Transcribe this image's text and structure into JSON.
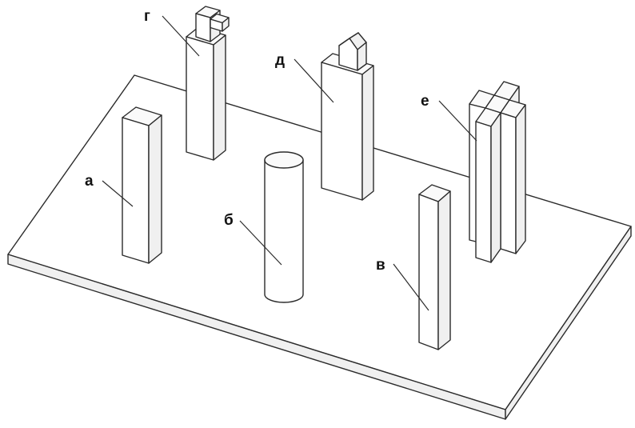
{
  "figure": {
    "labels": {
      "a": "а",
      "b": "б",
      "v": "в",
      "g": "г",
      "d": "д",
      "e": "е"
    }
  },
  "colors": {
    "line": "#2b2b2b",
    "fill_front": "#ffffff",
    "fill_side": "#f0f0f0",
    "fill_top": "#fafafa",
    "label": "#111111"
  }
}
